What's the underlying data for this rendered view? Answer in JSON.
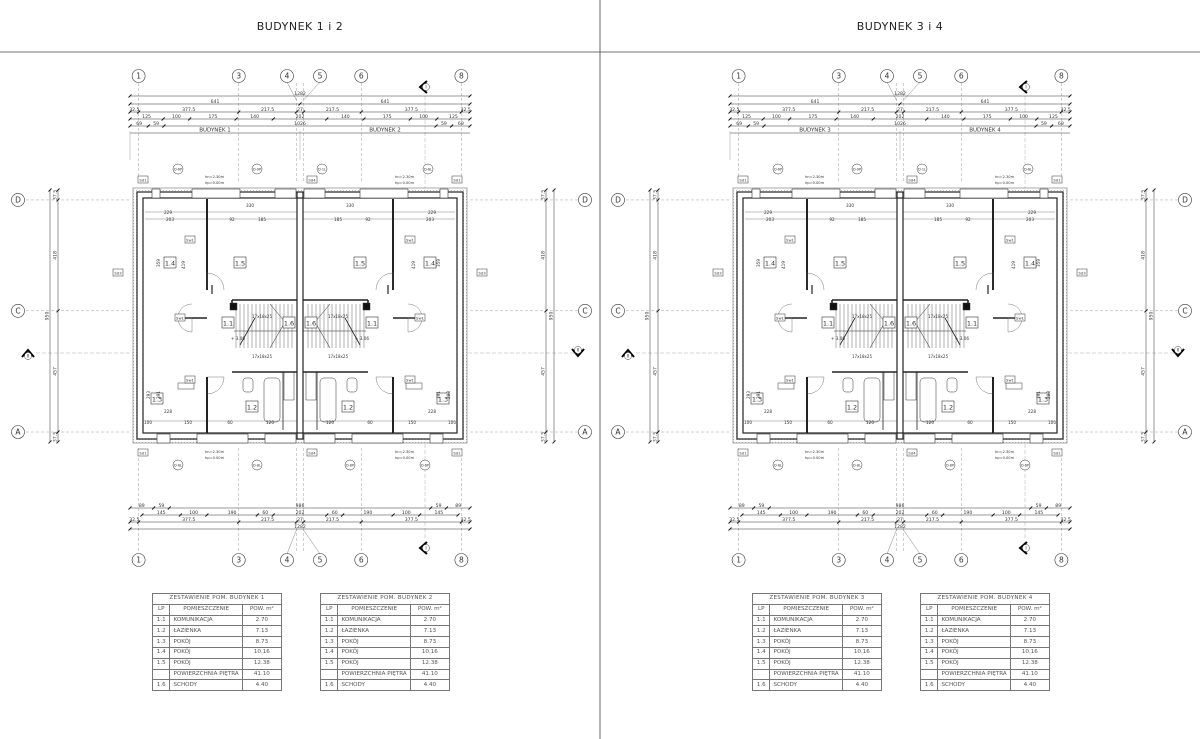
{
  "sheets": [
    {
      "title": "BUDYNEK 1 i 2",
      "buildings": [
        "BUDYNEK 1",
        "BUDYNEK 2"
      ],
      "tables": [
        {
          "title": "ZESTAWIENIE POM. BUDYNEK 1"
        },
        {
          "title": "ZESTAWIENIE POM. BUDYNEK 2"
        }
      ]
    },
    {
      "title": "BUDYNEK 3 i 4",
      "buildings": [
        "BUDYNEK 3",
        "BUDYNEK 4"
      ],
      "tables": [
        {
          "title": "ZESTAWIENIE POM. BUDYNEK 3"
        },
        {
          "title": "ZESTAWIENIE POM. BUDYNEK 4"
        }
      ]
    }
  ],
  "table": {
    "headers": [
      "LP",
      "POMIESZCZENIE",
      "POW. m²"
    ],
    "rows": [
      [
        "1.1",
        "KOMUNIKACJA",
        "2.70"
      ],
      [
        "1.2",
        "ŁAZIENKA",
        "7.13"
      ],
      [
        "1.3",
        "POKÓJ",
        "8.73"
      ],
      [
        "1.4",
        "POKÓJ",
        "10.16"
      ],
      [
        "1.5",
        "POKÓJ",
        "12.38"
      ]
    ],
    "summary": [
      "POWIERZCHNIA PIĘTRA",
      "41.10"
    ],
    "extra": [
      "1.6",
      "SCHODY",
      "4.40"
    ]
  },
  "axes": {
    "vertical": [
      "1",
      "3",
      "4",
      "5",
      "6",
      "8"
    ],
    "horizontal": [
      "D",
      "C",
      "A"
    ],
    "section_side": "II",
    "section_top": "I"
  },
  "dims": {
    "top": [
      [
        1282
      ],
      [
        641,
        641
      ],
      [
        32.5,
        377.5,
        217.5,
        27,
        217.5,
        377.5,
        32.5
      ],
      [
        125,
        100,
        175,
        140,
        202,
        140,
        175,
        100,
        125
      ],
      [
        69,
        59,
        1026,
        59,
        69
      ]
    ],
    "bottom": [
      [
        89,
        59,
        986,
        59,
        89
      ],
      [
        145,
        100,
        190,
        60,
        202,
        60,
        190,
        100,
        145
      ],
      [
        32.5,
        377.5,
        217.5,
        27,
        217.5,
        377.5,
        32.5
      ],
      [
        1282
      ]
    ],
    "vertical_total": [
      950
    ],
    "vertical": [
      37.5,
      418,
      457,
      37.5
    ]
  },
  "rooms": [
    "1.4",
    "1.5",
    "1.1",
    "1.6",
    "1.3",
    "1.2"
  ],
  "room_dims": [
    "229",
    "330",
    "203",
    "185",
    "92",
    "419",
    "359",
    "391",
    "293",
    "228",
    "100",
    "150",
    "60",
    "120"
  ],
  "tags": {
    "wall_outer": "Sd1",
    "wall_party": "Sd4",
    "wall_inner": "Sw1",
    "wall_side": "Sd3",
    "doors_top": [
      "D-6P",
      "D-9P",
      "D-1L",
      "D-6L"
    ],
    "doors_bottom": [
      "D-6L",
      "D-8L",
      "D-8P",
      "D-6P"
    ],
    "window_hn": "hn=2.30m",
    "window_hp": "hp=0.00m",
    "level": "+ 3.06",
    "stairs": "17x18x25"
  }
}
